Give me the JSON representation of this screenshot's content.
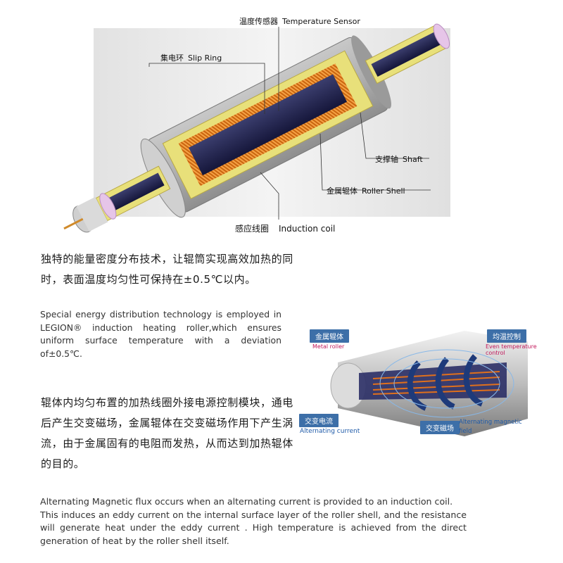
{
  "top_diagram": {
    "labels": {
      "temperature_sensor": {
        "zh": "温度传感器",
        "en": "Temperature Sensor"
      },
      "slip_ring": {
        "zh": "集电环",
        "en": "Slip Ring"
      },
      "shaft": {
        "zh": "支撑轴",
        "en": "Shaft"
      },
      "roller_shell": {
        "zh": "金属辊体",
        "en": "Roller Shell"
      },
      "induction_coil": {
        "zh": "感应线圈",
        "en": "Induction coil"
      }
    }
  },
  "para1_zh": [
    "独特的能量密度分布技术，让辊筒实现高效加热的同",
    "时，表面温度均匀性可保持在±0.5℃以内。"
  ],
  "para1_en": [
    "Special energy distribution technology is employed in",
    "LEGION® induction heating roller,which ensures",
    "uniform surface temperature with a deviation of±0.5℃."
  ],
  "para2_zh": [
    "辊体内均匀布置的加热线圈外接电源控制模块，通电",
    "后产生交变磁场，金属辊体在交变磁场作用下产生涡",
    "流，由于金属固有的电阻而发热，从而达到加热辊体",
    "的目的。"
  ],
  "para2_en": [
    "Alternating Magnetic flux occurs when an alternating current is provided to an induction coil.",
    "This induces an eddy current on the internal surface layer of the roller shell, and the resistance",
    "will generate heat under the eddy current . High temperature is achieved from the direct",
    "generation of heat by the roller shell itself."
  ],
  "right_diagram": {
    "metal_roller": {
      "zh": "金属辊体",
      "en": "Metal roller"
    },
    "even_temp": {
      "zh": "均温控制",
      "en": "Even temperature control"
    },
    "alt_current": {
      "zh": "交变电流",
      "en": "Alternating current"
    },
    "alt_field": {
      "zh": "交变磁场",
      "en": "Alternating magnetic field"
    }
  },
  "colors": {
    "tag_blue": "#3d6fa8",
    "coil_orange": "#e0701c",
    "shell_yellow": "#e8e07a",
    "shaft_navy": "#1d1f44"
  }
}
